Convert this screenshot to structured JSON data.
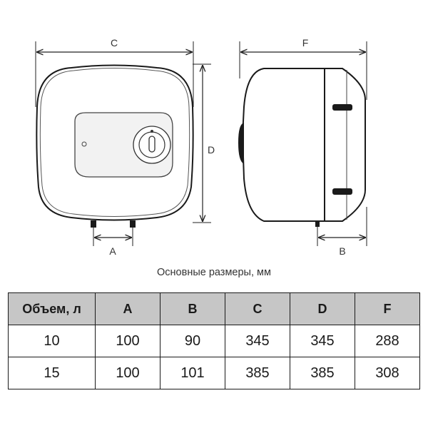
{
  "dimension_labels": {
    "c": "C",
    "d": "D",
    "a": "A",
    "f": "F",
    "b": "B"
  },
  "caption": "Основные размеры, мм",
  "table": {
    "headers": [
      "Объем, л",
      "A",
      "B",
      "C",
      "D",
      "F"
    ],
    "rows": [
      [
        "10",
        "100",
        "90",
        "345",
        "345",
        "288"
      ],
      [
        "15",
        "100",
        "101",
        "385",
        "385",
        "308"
      ]
    ]
  }
}
